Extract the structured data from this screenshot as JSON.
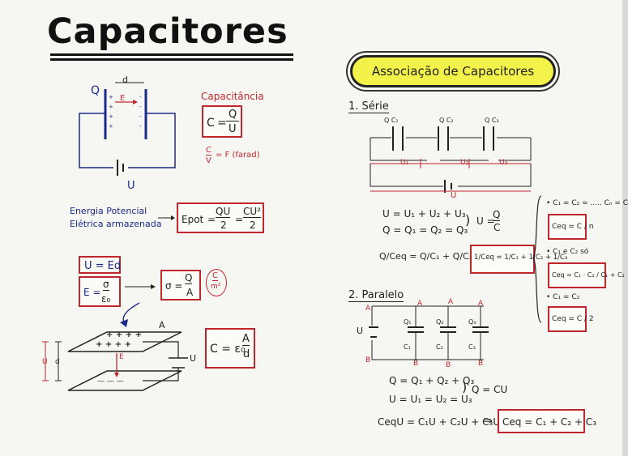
{
  "title": "Capacitores",
  "assoc_title": "Associação de Capacitores",
  "left": {
    "cap_label_Q": "Q",
    "cap_label_d": "d",
    "cap_label_E": "E",
    "cap_label_U": "U",
    "capacitancia_label": "Capacitância",
    "cap_formula_C": "C",
    "cap_formula_Q": "Q",
    "cap_formula_U": "U",
    "unit_C": "C",
    "unit_V": "V",
    "unit_text": "= F (farad)",
    "energia_line1": "Energia Potencial",
    "energia_line2": "Elétrica armazenada",
    "energia_lhs": "Epot",
    "energia_QU": "QU",
    "energia_CU2": "CU²",
    "energia_den": "2",
    "ued": "U = Ed",
    "e_sigma_lhs": "E =",
    "e_sigma_num": "σ",
    "e_sigma_den": "ε₀",
    "sigma_lhs": "σ =",
    "sigma_num": "Q",
    "sigma_den": "A",
    "unit_c_m2_num": "C",
    "unit_c_m2_den": "m²",
    "plate_label_A": "A",
    "plate_label_E": "E",
    "plate_label_d": "d",
    "plate_label_U_left": "U",
    "plate_label_U_right": "U",
    "plate_plus": "+ + + +",
    "plate_minus": "— — —",
    "ceps_lhs": "C = ε₀",
    "ceps_num": "A",
    "ceps_den": "d"
  },
  "serie": {
    "heading": "1. Série",
    "cap_labels": [
      "Q  C₁",
      "Q  C₂",
      "Q  C₃"
    ],
    "u_labels": [
      "U₁",
      "U₂",
      "U₃"
    ],
    "u_total": "U",
    "eq1": "U = U₁ + U₂ + U₃",
    "eq2": "Q = Q₁ = Q₂ = Q₃",
    "eq_side_lhs": "U =",
    "eq_side_num": "Q",
    "eq_side_den": "C",
    "eq3": "Q/Ceq = Q/C₁ + Q/C₂ + Q/C₃",
    "box_eq": "1/Ceq = 1/C₁ + 1/C₂ + 1/C₃",
    "cases": [
      {
        "cond": "• C₁ = C₂ = ..... Cₙ = C",
        "result": "Ceq = C / n"
      },
      {
        "cond": "• C₁ e C₂ só",
        "result": "Ceq = C₁ · C₂ / C₁ + C₂"
      },
      {
        "cond": "• C₁ = C₂",
        "result": "Ceq = C / 2"
      }
    ]
  },
  "paralelo": {
    "heading": "2. Paralelo",
    "label_A": "A",
    "label_B": "B",
    "label_U": "U",
    "cap_labels_top": [
      "Q₁",
      "Q₂",
      "Q₃"
    ],
    "cap_labels_bot": [
      "C₁",
      "C₂",
      "C₃"
    ],
    "eq1": "Q = Q₁ + Q₂ + Q₃",
    "eq2": "U = U₁ = U₂ = U₃",
    "eq_side": "Q = CU",
    "eq3": "CeqU = C₁U + C₂U + C₃U",
    "arrow": "⇒",
    "box_eq": "Ceq = C₁ + C₂ + C₃"
  }
}
